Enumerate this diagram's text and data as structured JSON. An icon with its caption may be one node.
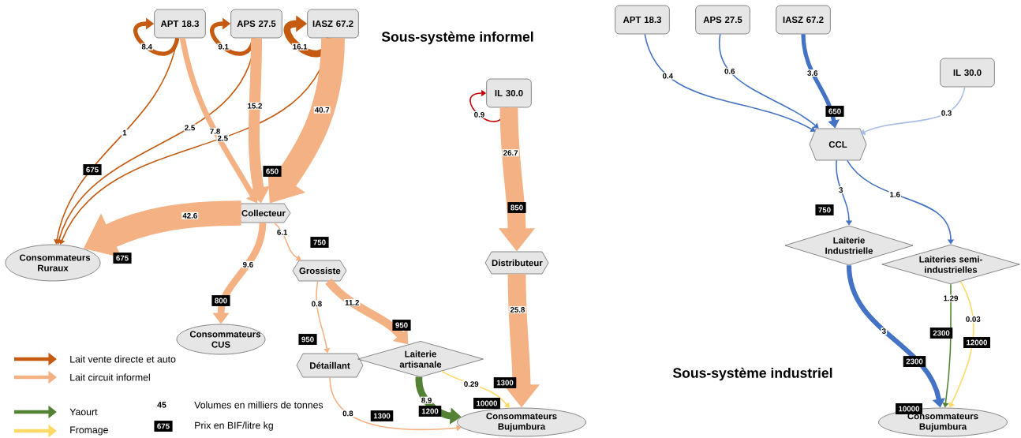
{
  "diagram": {
    "nodes": [
      {
        "text": [
          "APT 18.3"
        ]
      },
      {
        "text": [
          "APS 27.5"
        ]
      },
      {
        "text": [
          "IASZ 67.2"
        ]
      },
      {
        "text": [
          "IL 30.0"
        ]
      },
      {
        "text": [
          "Collecteur"
        ]
      },
      {
        "text": [
          "Consommateurs Ruraux"
        ]
      },
      {
        "text": [
          "Grossiste"
        ]
      },
      {
        "text": [
          "Distributeur"
        ]
      },
      {
        "text": [
          "Consommateurs CUS"
        ]
      },
      {
        "text": [
          "Détaillant"
        ]
      },
      {
        "text": [
          "Laiterie artisanale"
        ]
      },
      {
        "text": [
          "Consommateurs Bujumbura"
        ]
      },
      {
        "text": [
          "APT 18.3"
        ]
      },
      {
        "text": [
          "APS 27.5"
        ]
      },
      {
        "text": [
          "IASZ 67.2"
        ]
      },
      {
        "text": [
          "IL 30.0"
        ]
      },
      {
        "text": [
          "CCL"
        ]
      },
      {
        "text": [
          "Laiterie Industrielle"
        ]
      },
      {
        "text": [
          "Laiteries semi-industrielles"
        ]
      },
      {
        "text": [
          "Consommateurs Bujumbura"
        ]
      }
    ],
    "edges": [
      {
        "from": 0,
        "to": 0,
        "arrow": "to",
        "label": "8.4",
        "style": "thick",
        "color": "#c55a11"
      },
      {
        "from": 1,
        "to": 1,
        "arrow": "to",
        "label": "9.1",
        "style": "thick",
        "color": "#c55a11"
      },
      {
        "from": 2,
        "to": 2,
        "arrow": "to",
        "label": "16.1",
        "style": "thick",
        "color": "#c55a11"
      },
      {
        "from": 3,
        "to": 3,
        "arrow": "to",
        "label": "0.9",
        "color": "#c00000"
      },
      {
        "from": 0,
        "to": 5,
        "arrow": "to",
        "label": "1",
        "color": "#c55a11"
      },
      {
        "from": 1,
        "to": 5,
        "arrow": "to",
        "label": "2.5",
        "color": "#c55a11"
      },
      {
        "from": 2,
        "to": 5,
        "arrow": "to",
        "label": "2.5",
        "color": "#c55a11"
      },
      {
        "from": 0,
        "to": 4,
        "arrow": "to",
        "label": "7.8",
        "style": "thick"
      },
      {
        "from": 1,
        "to": 4,
        "arrow": "to",
        "label": "15.2",
        "style": "thick"
      },
      {
        "from": 2,
        "to": 4,
        "arrow": "to",
        "label": "40.7",
        "style": "thick"
      },
      {
        "from": 4,
        "to": 5,
        "arrow": "to",
        "label": "42.6",
        "style": "thick"
      },
      {
        "from": 4,
        "to": 8,
        "arrow": "to",
        "label": "9.6",
        "style": "thick"
      },
      {
        "from": 4,
        "to": 6,
        "arrow": "to",
        "label": "6.1"
      },
      {
        "from": 6,
        "to": 9,
        "arrow": "to",
        "label": "0.8"
      },
      {
        "from": 6,
        "to": 10,
        "arrow": "to",
        "label": "11.2",
        "style": "thick"
      },
      {
        "from": 3,
        "to": 7,
        "arrow": "to",
        "label": "26.7",
        "style": "thick"
      },
      {
        "from": 7,
        "to": 11,
        "arrow": "to",
        "label": "25.8",
        "style": "thick"
      },
      {
        "from": 9,
        "to": 11,
        "arrow": "to",
        "label": "0.8"
      },
      {
        "from": 10,
        "to": 11,
        "arrow": "to",
        "label": "8.9",
        "style": "thick",
        "color": "#548235"
      },
      {
        "from": 10,
        "to": 11,
        "arrow": "to",
        "label": "0.29",
        "color": "#ffd966"
      },
      {
        "from": 12,
        "to": 16,
        "arrow": "to",
        "label": "0.4",
        "color": "#4472c4"
      },
      {
        "from": 13,
        "to": 16,
        "arrow": "to",
        "label": "0.6",
        "color": "#4472c4"
      },
      {
        "from": 14,
        "to": 16,
        "arrow": "to",
        "label": "3.6",
        "style": "thick",
        "color": "#4472c4"
      },
      {
        "from": 15,
        "to": 16,
        "arrow": "to",
        "label": "0.3",
        "color": "#a9bde6"
      },
      {
        "from": 16,
        "to": 17,
        "arrow": "to",
        "label": "3",
        "color": "#4472c4"
      },
      {
        "from": 16,
        "to": 18,
        "arrow": "to",
        "label": "1.6",
        "color": "#4472c4"
      },
      {
        "from": 17,
        "to": 19,
        "arrow": "to",
        "label": "3",
        "style": "thick",
        "color": "#4472c4"
      },
      {
        "from": 18,
        "to": 19,
        "arrow": "to",
        "label": "1.29",
        "color": "#548235"
      },
      {
        "from": 18,
        "to": 19,
        "arrow": "to",
        "label": "0.03",
        "color": "#ffd966"
      }
    ],
    "labels": [
      "Sous-système informel",
      "675",
      "650",
      "675",
      "750",
      "800",
      "850",
      "950",
      "950",
      "1300",
      "10000",
      "1300",
      "1200",
      "45",
      "Volumes en milliers de tonnes",
      "675",
      "Prix en BIF/litre kg",
      "650",
      "750",
      "2300",
      "12000",
      "2300",
      "10000",
      "Sous-système industriel"
    ],
    "legend": [
      {
        "text": "Lait vente directe et auto",
        "color": "#c55a11"
      },
      {
        "text": "Lait circuit informel",
        "color": "#f4b183"
      },
      {
        "text": "Yaourt",
        "color": "#548235"
      },
      {
        "text": "Fromage",
        "color": "#ffd966"
      }
    ]
  }
}
